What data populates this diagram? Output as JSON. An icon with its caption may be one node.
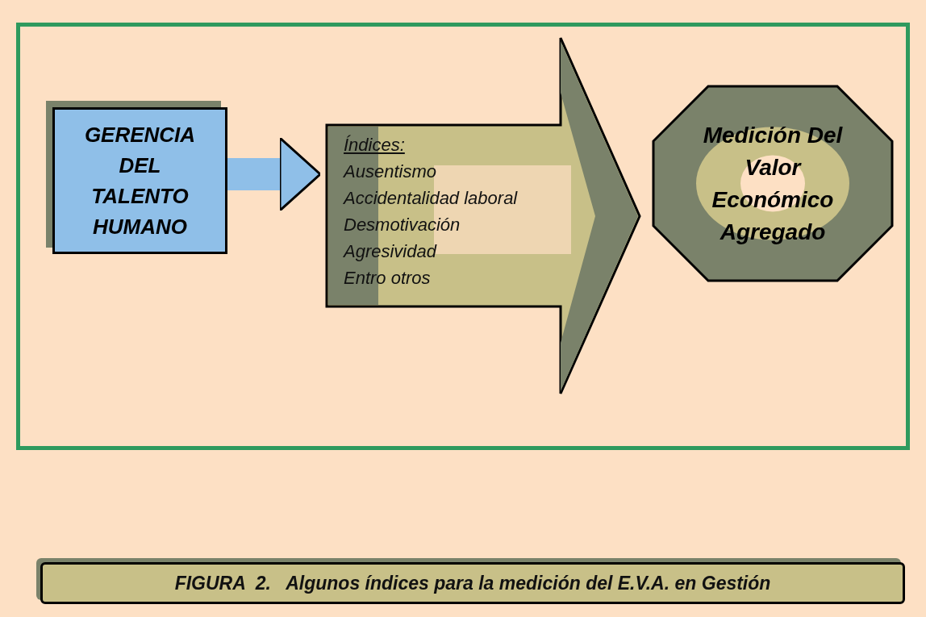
{
  "diagram": {
    "caption": "FIGURA  2.   Algunos índices para la medición del E.V.A. en Gestión",
    "nodes": [
      {
        "text": [
          "GERENCIA DEL TALENTO HUMANO"
        ]
      },
      {
        "text": [
          "Índices:",
          "Ausentismo",
          "Accidentalidad laboral",
          "Desmotivación",
          "Agresividad",
          "Entro otros"
        ]
      },
      {
        "text": [
          "Medición Del Valor Económico Agregado"
        ]
      }
    ],
    "edges": [
      {
        "from": 0,
        "to": 1,
        "arrow": "to"
      }
    ]
  }
}
